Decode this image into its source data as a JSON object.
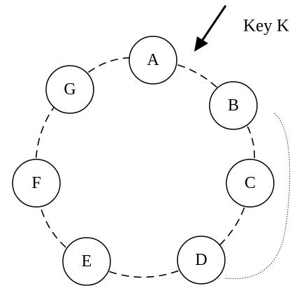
{
  "key": {
    "label": "Key K"
  },
  "nodes": [
    {
      "id": "A",
      "label": "A"
    },
    {
      "id": "B",
      "label": "B"
    },
    {
      "id": "C",
      "label": "C"
    },
    {
      "id": "D",
      "label": "D"
    },
    {
      "id": "E",
      "label": "E"
    },
    {
      "id": "F",
      "label": "F"
    },
    {
      "id": "G",
      "label": "G"
    }
  ],
  "ring_order": [
    "A",
    "B",
    "C",
    "D",
    "E",
    "F",
    "G"
  ],
  "replica_link": {
    "from": "B",
    "to": "D"
  }
}
